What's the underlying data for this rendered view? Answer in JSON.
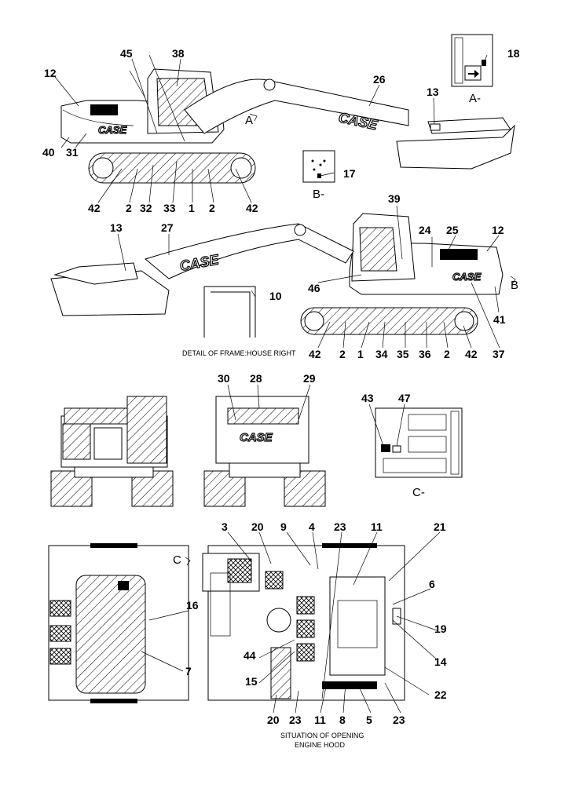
{
  "callouts": [
    "1",
    "2",
    "3",
    "4",
    "5",
    "6",
    "7",
    "8",
    "9",
    "10",
    "11",
    "12",
    "13",
    "14",
    "15",
    "16",
    "17",
    "18",
    "19",
    "20",
    "21",
    "22",
    "23",
    "24",
    "25",
    "26",
    "27",
    "28",
    "29",
    "30",
    "31",
    "32",
    "33",
    "34",
    "35",
    "36",
    "37",
    "38",
    "39",
    "40",
    "41",
    "42",
    "43",
    "44",
    "45",
    "46",
    "47"
  ],
  "detail_labels": {
    "a": "A-",
    "b": "B-",
    "c": "C-",
    "arrow_a": "A",
    "arrow_b": "B",
    "arrow_c": "C"
  },
  "logo_text": "CASE",
  "captions": {
    "frame_detail": "DETAIL OF FRAME:HOUSE RIGHT",
    "engine_hood_1": "SITUATION OF OPENING",
    "engine_hood_2": "ENGINE HOOD"
  }
}
